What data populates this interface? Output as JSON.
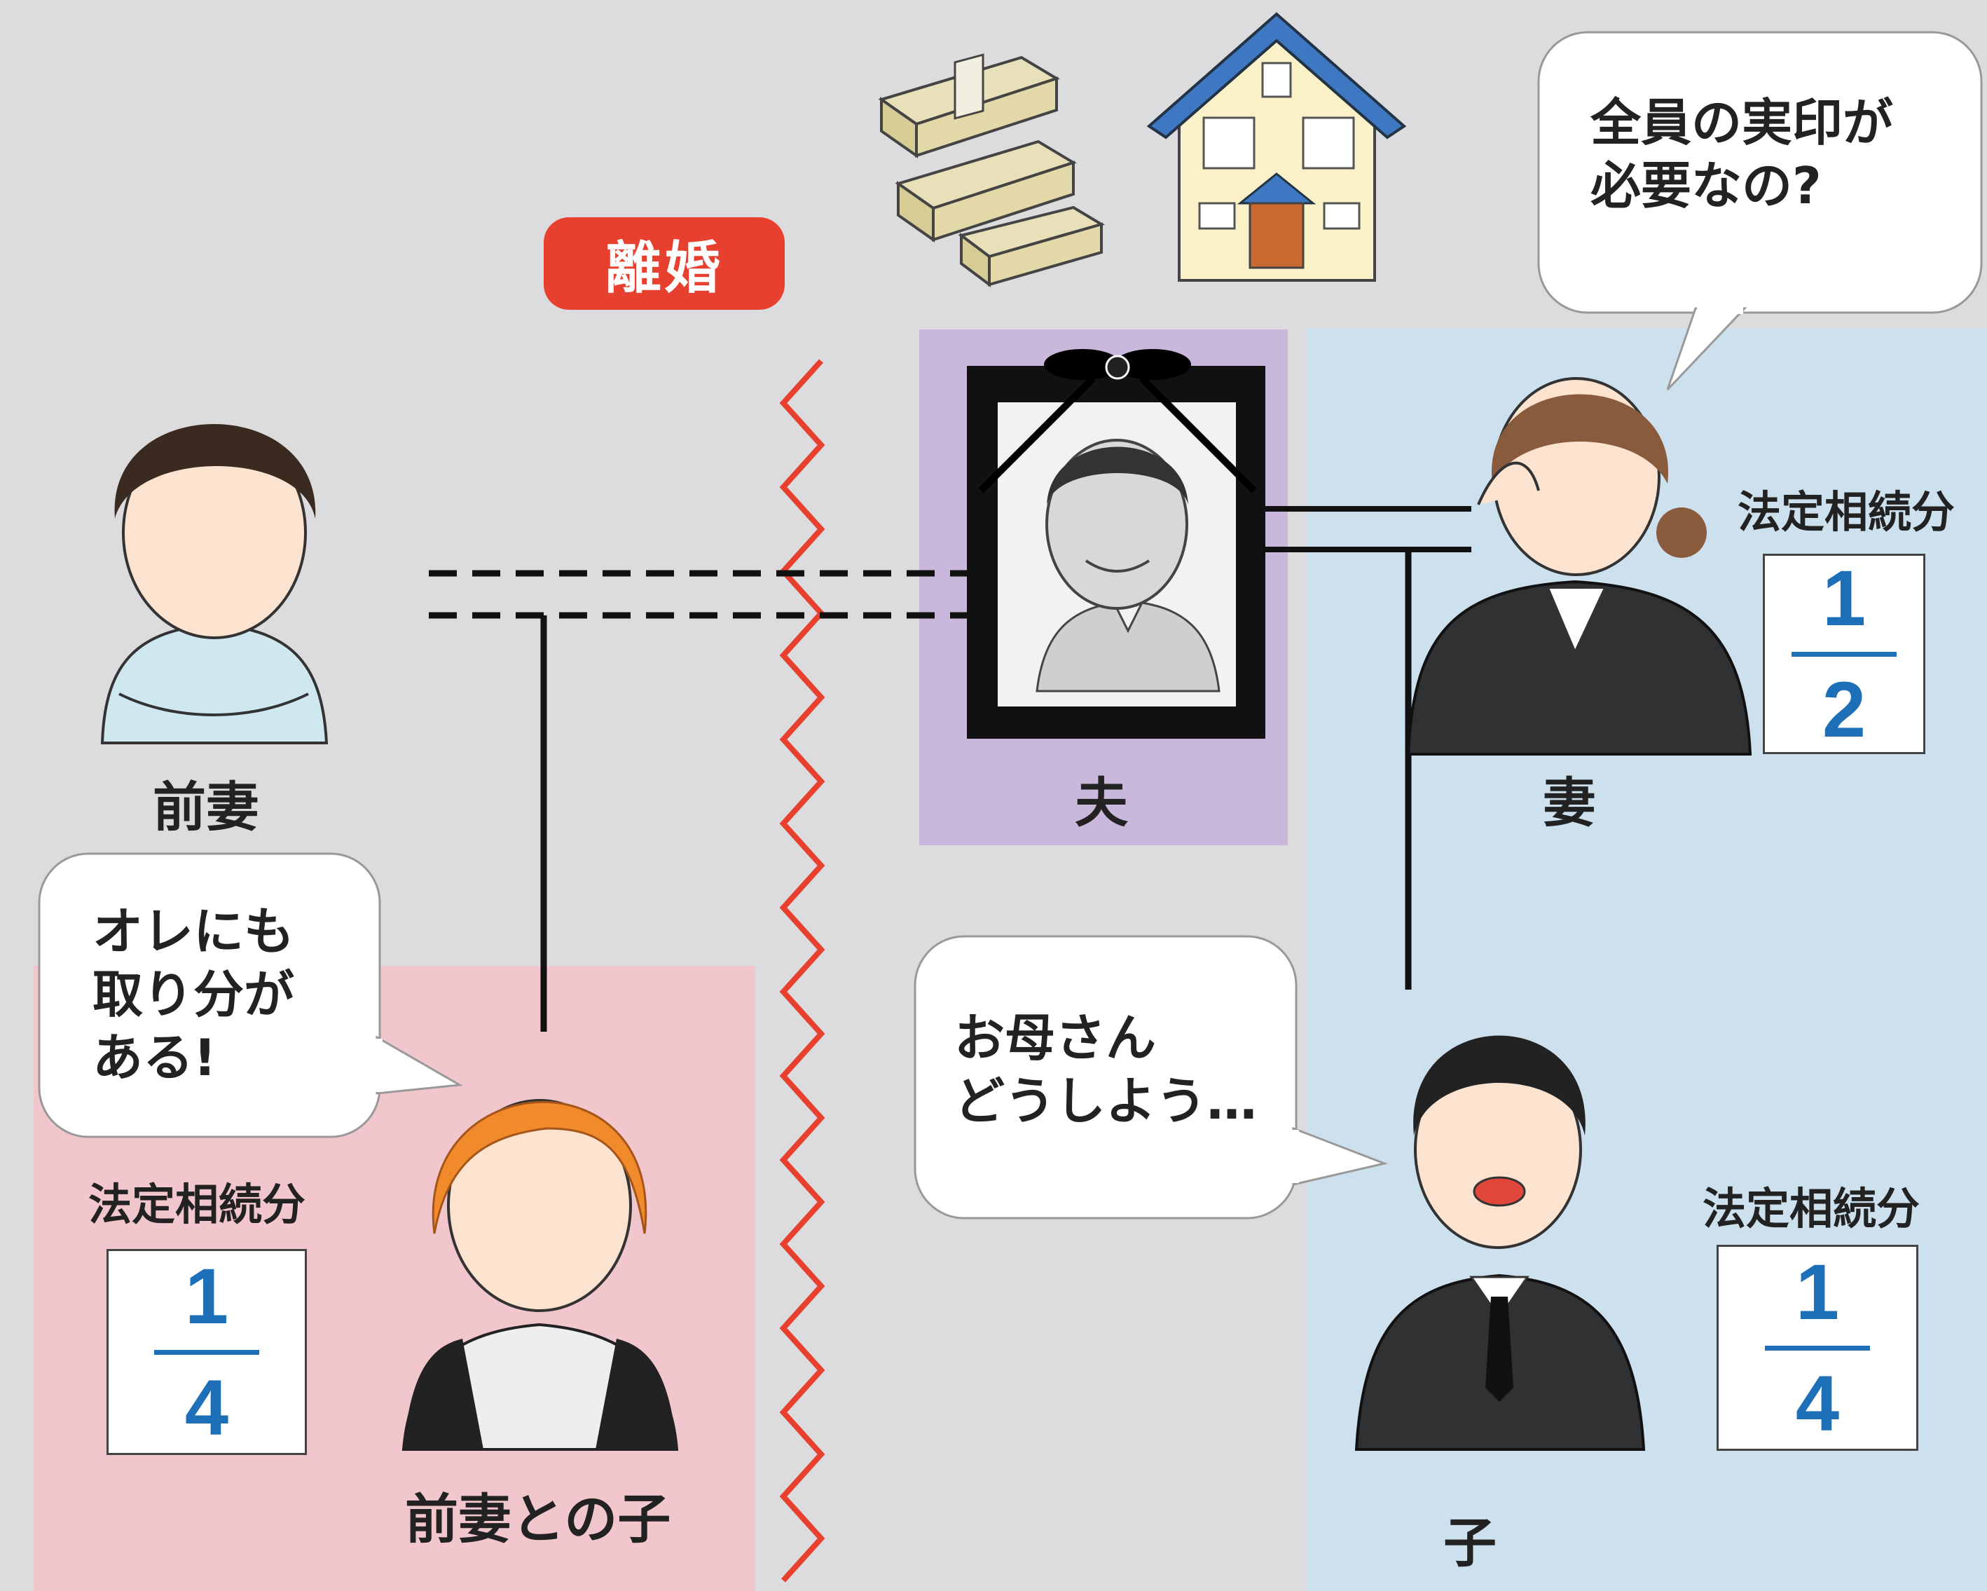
{
  "badge": "離婚",
  "labels": {
    "ex_wife": "前妻",
    "husband": "夫",
    "wife": "妻",
    "ex_child": "前妻との子",
    "child": "子"
  },
  "bubbles": {
    "wife": "全員の実印が\n必要なの?",
    "ex_child": "オレにも\n取り分が\nある!",
    "child": "お母さん\nどうしよう…"
  },
  "shares": {
    "wife": {
      "heading": "法定相続分",
      "numerator": "1",
      "denominator": "2"
    },
    "ex_child": {
      "heading": "法定相続分",
      "numerator": "1",
      "denominator": "4"
    },
    "child": {
      "heading": "法定相続分",
      "numerator": "1",
      "denominator": "4"
    }
  },
  "colors": {
    "divorce_accent": "#e8402f",
    "fraction_blue": "#1d6fb8",
    "pink_panel": "#f2c6cd",
    "blue_panel": "#cde0ee",
    "purple_panel": "#c9b7dc"
  }
}
